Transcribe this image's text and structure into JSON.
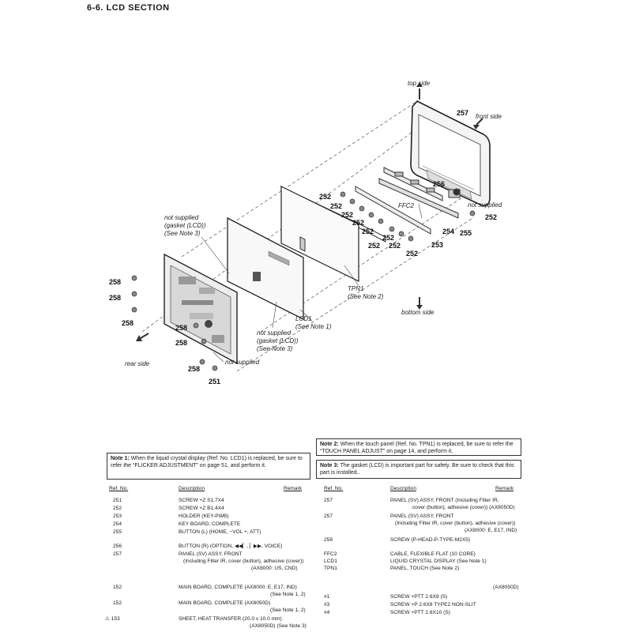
{
  "section_title": "6-6.   LCD   SECTION",
  "diagram": {
    "labels": {
      "top_side": "top side",
      "front_side": "front side",
      "bottom_side": "bottom side",
      "rear_side": "rear side",
      "not_supplied": "not supplied",
      "gasket_lcd": "(gasket (LCD))",
      "see_note3": "(See Note 3)",
      "lcd1": "LCD1",
      "see_note1": "(See Note 1)",
      "tpn1": "TPN1",
      "see_note2": "(See Note 2)",
      "ffc2": "FFC2"
    },
    "part_numbers": [
      "257",
      "256",
      "252",
      "253",
      "254",
      "255",
      "258",
      "251"
    ]
  },
  "notes": {
    "note1": {
      "label": "Note 1:",
      "text": "When the liquid crystal display (Ref. No. LCD1) is replaced, be sure to refer the “FLICKER ADJUSTMENT” on page 51, and perform it."
    },
    "note2": {
      "label": "Note 2:",
      "text": "When the touch panel (Ref. No. TPN1) is replaced, be sure to refer the “TOUCH PANEL ADJUST” on page 14, and perform it."
    },
    "note3": {
      "label": "Note 3:",
      "text": "The gasket (LCD) is important part for safety. Be sure to check that this part is installed.."
    }
  },
  "table_headers": {
    "ref": "Ref. No.",
    "desc": "Description",
    "remark": "Remark"
  },
  "left_rows": [
    {
      "ref": "251",
      "desc": "SCREW +Z S1.7X4"
    },
    {
      "ref": "252",
      "desc": "SCREW +Z B1.4X4"
    },
    {
      "ref": "253",
      "desc": "HOLDER (KEY-PWB)"
    },
    {
      "ref": "254",
      "desc": "KEY BOARD, COMPLETE"
    },
    {
      "ref": "255",
      "desc": "BUTTON (L) (HOME, −VOL +, ATT)"
    },
    {
      "ref": "256",
      "desc": "BUTTON (R) (OPTION, ◀◀▏, ▏▶▶, VOICE)"
    },
    {
      "ref": "257",
      "desc": "PANEL (SV) ASSY, FRONT"
    }
  ],
  "left_cont_257": [
    "(Including Filter IR, cover (button), adhesive (cover))",
    "(AX8000: US, CND)"
  ],
  "right_rows": [
    {
      "ref": "257",
      "desc": "PANEL (SV) ASSY, FRONT (Including Filter IR,"
    },
    {
      "ref": "257",
      "desc": "PANEL (SV) ASSY, FRONT"
    },
    {
      "ref": "258",
      "desc": "SCREW (P-HEAD-P-TYPE-M2X5)"
    },
    {
      "ref": "FFC2",
      "desc": "CABLE, FLEXIBLE FLAT (10 CORE)"
    },
    {
      "ref": "LCD1",
      "desc": "LIQUID CRYSTAL DISPLAY (See Note 1)"
    },
    {
      "ref": "TPN1",
      "desc": "PANEL, TOUCH (See Note 2)"
    }
  ],
  "right_cont_257a": [
    "cover (button), adhesive (cover)) (AX8050D)"
  ],
  "right_cont_257b": [
    "(Including Filter IR, cover (button), adhesive (cover))",
    "(AX8000: E, E17, IND)"
  ],
  "bottom_left_rows": [
    {
      "ref": "152",
      "desc": "MAIN BOARD, COMPLETE  (AX8000: E, E17, IND)",
      "cont": "(See Note 1, 2)"
    },
    {
      "ref": "152",
      "desc": "MAIN BOARD, COMPLETE (AX8050D)",
      "cont": "(See Note 1, 2)"
    },
    {
      "ref": "⚠ 153",
      "desc": "SHEET, HEAT TRANSFER (20.0 x 10.0 mm)",
      "cont": "(AX8050D) (See Note 3)"
    }
  ],
  "bottom_right_top": "(AX8050D)",
  "bottom_right_rows": [
    {
      "ref": "#1",
      "desc": "SCREW +PTT 2.6X8 (S)"
    },
    {
      "ref": "#3",
      "desc": "SCREW +P 2.6X8 TYPE2 NON-SLIT"
    },
    {
      "ref": "#4",
      "desc": "SCREW +PTT 2.6X10 (S)"
    }
  ]
}
